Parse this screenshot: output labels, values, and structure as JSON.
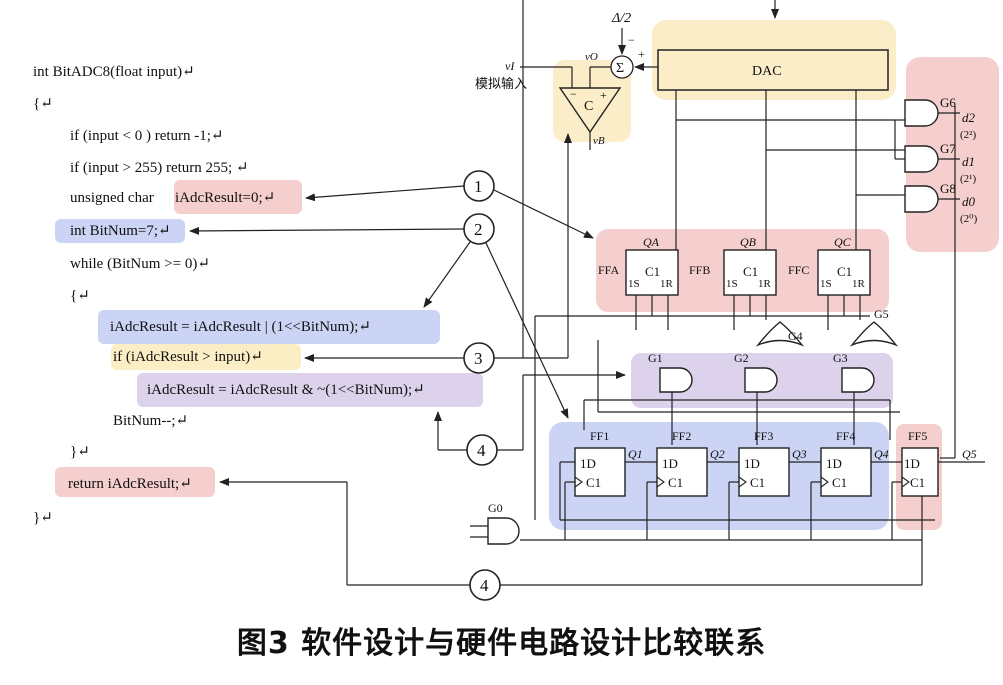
{
  "code": {
    "lines": [
      "int BitADC8(float input)↵",
      "{↵",
      "if (input < 0 ) return -1;↵",
      "if (input > 255) return 255; ↵",
      "unsigned char",
      "iAdcResult=0;↵",
      "int BitNum=7;↵",
      "while (BitNum >= 0)↵",
      "{↵",
      "iAdcResult = iAdcResult | (1<<BitNum);↵",
      "if (iAdcResult > input)↵",
      "iAdcResult = iAdcResult & ~(1<<BitNum);↵",
      "BitNum--;↵",
      "}↵",
      "return iAdcResult;↵",
      "}↵"
    ]
  },
  "markers": [
    "1",
    "2",
    "3",
    "4",
    "4"
  ],
  "circuit": {
    "dac_label": "DAC",
    "delta_label": "Δ/2",
    "minus_sign": "−",
    "plus_sign": "+",
    "sum_label": "Σ",
    "vi_label": "vI",
    "vo_label": "vO",
    "vb_label": "vB",
    "analog_input_label": "模拟输入",
    "comparator_label": "C",
    "ff_top": [
      {
        "label": "FFA",
        "q": "QA"
      },
      {
        "label": "FFB",
        "q": "QB"
      },
      {
        "label": "FFC",
        "q": "QC"
      }
    ],
    "ff_top_pins": {
      "s": "1S",
      "c": "C1",
      "r": "1R"
    },
    "ff_bottom": [
      {
        "label": "FF1",
        "q": "Q1"
      },
      {
        "label": "FF2",
        "q": "Q2"
      },
      {
        "label": "FF3",
        "q": "Q3"
      },
      {
        "label": "FF4",
        "q": "Q4"
      },
      {
        "label": "FF5",
        "q": "Q5"
      }
    ],
    "ff_bottom_pins": {
      "d": "1D",
      "c": "C1"
    },
    "gates": {
      "g1": "G1",
      "g2": "G2",
      "g3": "G3",
      "g4": "G4",
      "g5": "G5",
      "g6": "G6",
      "g7": "G7",
      "g8": "G8",
      "g0": "G0"
    },
    "outputs": [
      {
        "d": "d2",
        "w": "(2²)"
      },
      {
        "d": "d1",
        "w": "(2¹)"
      },
      {
        "d": "d0",
        "w": "(2⁰)"
      }
    ]
  },
  "caption": "图3 软件设计与硬件电路设计比较联系",
  "colors": {
    "red_hl": "#f5cece",
    "blue_hl": "#ccd4f5",
    "yellow_hl": "#fbeec5",
    "purple_hl": "#ddd2ec",
    "dac_hl": "#fbedc8"
  }
}
